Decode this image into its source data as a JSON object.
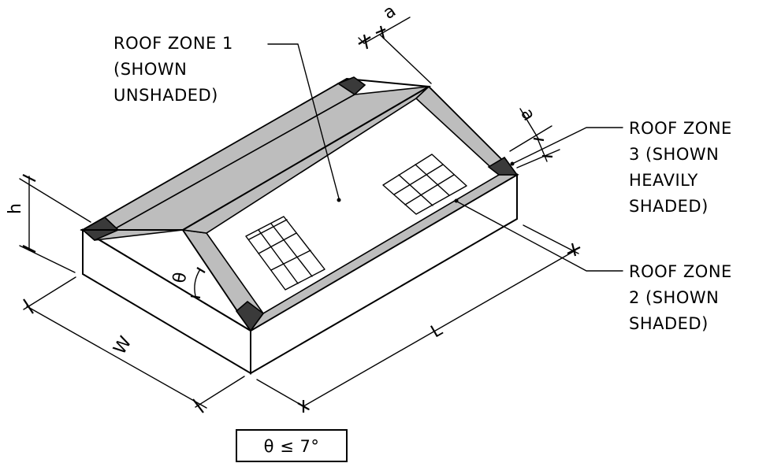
{
  "labels": {
    "roof_zone_1": [
      "ROOF ZONE 1",
      "(SHOWN",
      "UNSHADED)"
    ],
    "roof_zone_2": [
      "ROOF ZONE",
      "2 (SHOWN",
      "SHADED)"
    ],
    "roof_zone_3": [
      "ROOF ZONE",
      "3 (SHOWN",
      "HEAVILY",
      "SHADED)"
    ]
  },
  "dimensions": {
    "a_top": "a",
    "a_side": "a",
    "h": "h",
    "theta": "θ",
    "w": "W",
    "l": "L"
  },
  "condition": "θ ≤ 7°"
}
